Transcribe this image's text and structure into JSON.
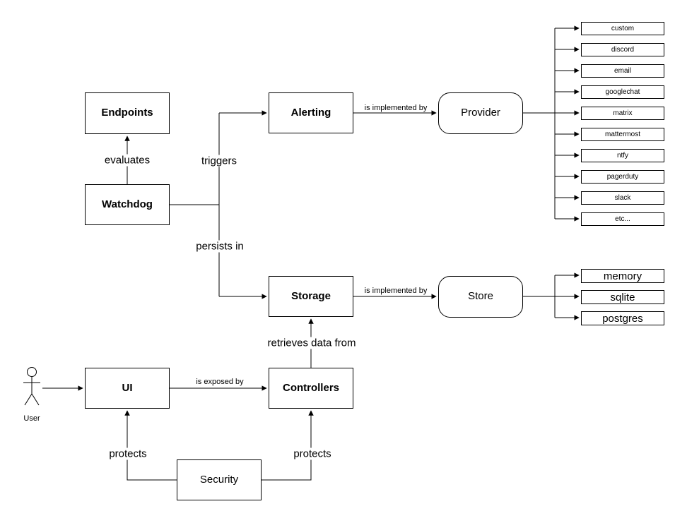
{
  "diagram": {
    "nodes": {
      "endpoints": "Endpoints",
      "watchdog": "Watchdog",
      "alerting": "Alerting",
      "provider": "Provider",
      "storage": "Storage",
      "store": "Store",
      "ui": "UI",
      "controllers": "Controllers",
      "security": "Security"
    },
    "actor": {
      "label": "User"
    },
    "edges": {
      "evaluates": "evaluates",
      "triggers": "triggers",
      "persists_in": "persists in",
      "alerting_implemented_by": "is implemented by",
      "storage_implemented_by": "is implemented by",
      "retrieves_data_from": "retrieves data from",
      "is_exposed_by": "is exposed by",
      "protects_ui": "protects",
      "protects_controllers": "protects"
    },
    "providers": [
      "custom",
      "discord",
      "email",
      "googlechat",
      "matrix",
      "mattermost",
      "ntfy",
      "pagerduty",
      "slack",
      "etc..."
    ],
    "stores": [
      "memory",
      "sqlite",
      "postgres"
    ]
  }
}
